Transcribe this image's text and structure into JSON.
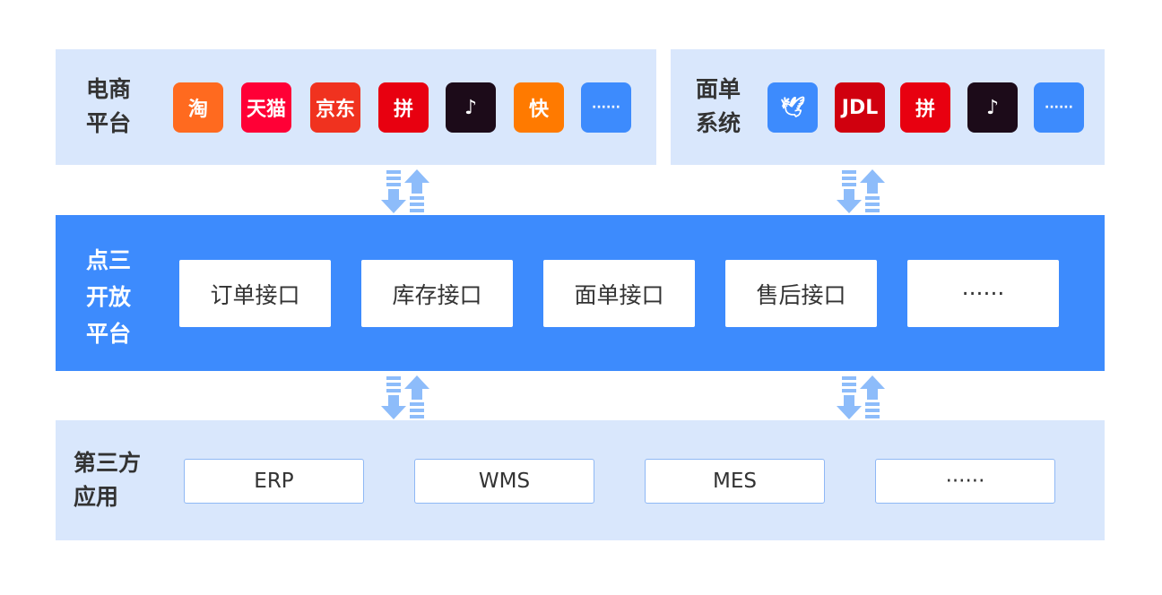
{
  "ecommerce": {
    "label": "电商\n平台",
    "icons": [
      {
        "name": "taobao-icon",
        "text": "淘",
        "color": "#ff6a1f"
      },
      {
        "name": "tmall-icon",
        "text": "天猫",
        "color": "#ff0036"
      },
      {
        "name": "jd-icon",
        "text": "京东",
        "color": "#f0321f"
      },
      {
        "name": "pinduoduo-icon",
        "text": "拼",
        "color": "#e80010"
      },
      {
        "name": "douyin-icon",
        "text": "♪",
        "color": "#1c0b19"
      },
      {
        "name": "kuaishou-icon",
        "text": "快",
        "color": "#ff7a00"
      },
      {
        "name": "more-icon",
        "text": "······",
        "color": "#3d8bfd"
      }
    ]
  },
  "waybill": {
    "label": "面单\n系统",
    "icons": [
      {
        "name": "cainiao-icon",
        "text": "🕊",
        "color": "#3d8bfd"
      },
      {
        "name": "jdl-icon",
        "text": "JDL",
        "color": "#d0000e"
      },
      {
        "name": "pinduoduo-icon",
        "text": "拼",
        "color": "#e80010"
      },
      {
        "name": "douyin-icon",
        "text": "♪",
        "color": "#1c0b19"
      },
      {
        "name": "more-icon",
        "text": "······",
        "color": "#3d8bfd"
      }
    ]
  },
  "platform": {
    "label": "点三\n开放\n平台",
    "interfaces": [
      "订单接口",
      "库存接口",
      "面单接口",
      "售后接口",
      "······"
    ]
  },
  "thirdparty": {
    "label": "第三方\n应用",
    "apps": [
      "ERP",
      "WMS",
      "MES",
      "······"
    ]
  },
  "colors": {
    "panel": "#d9e7fc",
    "primary": "#3d8bfd",
    "arrow": "#8dbcfa"
  }
}
